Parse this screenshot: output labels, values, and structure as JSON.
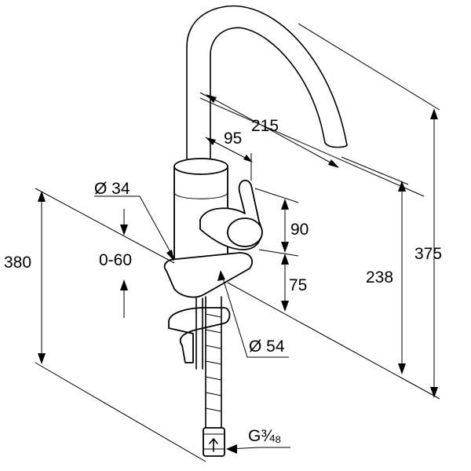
{
  "dimensions": {
    "spout_reach": "215",
    "lever_offset": "95",
    "body_diameter": "Ø 34",
    "base_diameter": "Ø 54",
    "counter_thickness": "0-60",
    "total_below": "380",
    "lever_height": "90",
    "base_to_lever": "75",
    "spout_clearance": "238",
    "total_height": "375",
    "thread": "G¾₈"
  },
  "colors": {
    "line": "#000000",
    "background": "#ffffff"
  },
  "icons": {
    "connector_arrow": "up-arrow-icon"
  }
}
